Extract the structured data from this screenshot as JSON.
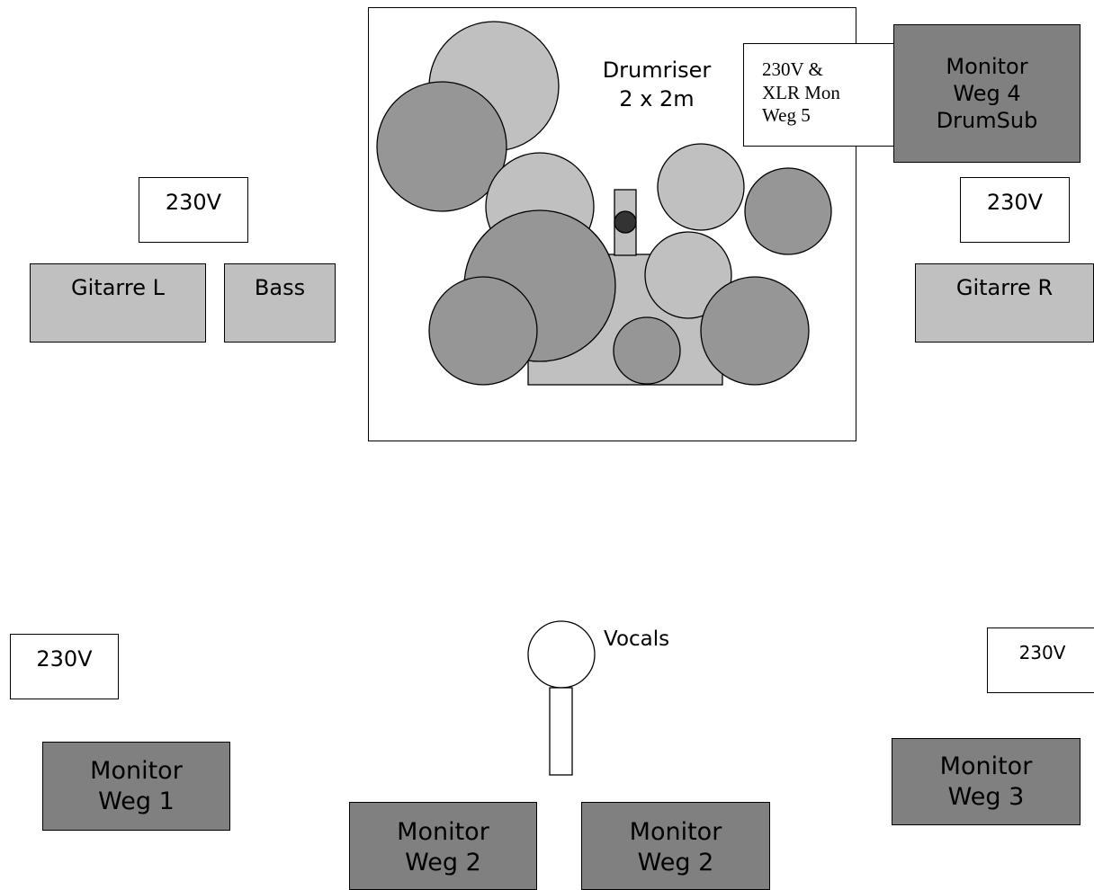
{
  "drumriser": {
    "label": "Drumriser\n2 x 2m",
    "note": "230V &\nXLR Mon\nWeg 5"
  },
  "monitors": {
    "weg4_drumsub": "Monitor\nWeg 4\nDrumSub",
    "weg1": "Monitor\nWeg 1",
    "weg2_left": "Monitor\nWeg 2",
    "weg2_right": "Monitor\nWeg 2",
    "weg3": "Monitor\nWeg 3"
  },
  "amps": {
    "gitarre_l": "Gitarre L",
    "bass": "Bass",
    "gitarre_r": "Gitarre R"
  },
  "power": {
    "left_top": "230V",
    "right_top": "230V",
    "left_bottom": "230V",
    "right_bottom": "230V"
  },
  "vocals": {
    "label": "Vocals"
  },
  "colors": {
    "drum_light": "#c0c0c0",
    "drum_dark": "#969696",
    "monitor": "#808080",
    "amp": "#c0c0c0",
    "pedal": "#333333"
  }
}
